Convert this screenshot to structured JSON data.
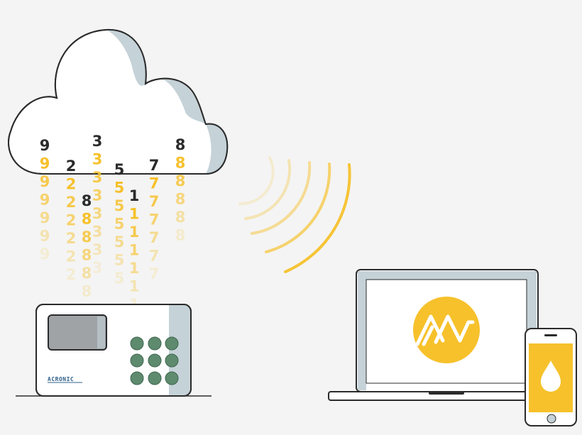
{
  "device": {
    "brand": "ACRONIC"
  },
  "digit_streams": [
    {
      "digit": "9",
      "trail": 6
    },
    {
      "digit": "2",
      "trail": 6
    },
    {
      "digit": "8",
      "trail": 5
    },
    {
      "digit": "3",
      "trail": 7
    },
    {
      "digit": "5",
      "trail": 6
    },
    {
      "digit": "1",
      "trail": 6
    },
    {
      "digit": "7",
      "trail": 6
    },
    {
      "digit": "8",
      "trail": 5
    }
  ],
  "colors": {
    "background": "#f4f4f4",
    "outline": "#2b2b2b",
    "cloud_shadow": "#c5d2d8",
    "accent": "#f6c12b",
    "keypad": "#5e8a6e",
    "screen": "#9fa3a6"
  },
  "icons": {
    "cloud": "cloud-icon",
    "signal": "wifi-signal-icon",
    "laptop": "laptop-icon",
    "phone": "smartphone-icon",
    "logo": "aw-logo-icon",
    "drop": "water-drop-icon"
  }
}
